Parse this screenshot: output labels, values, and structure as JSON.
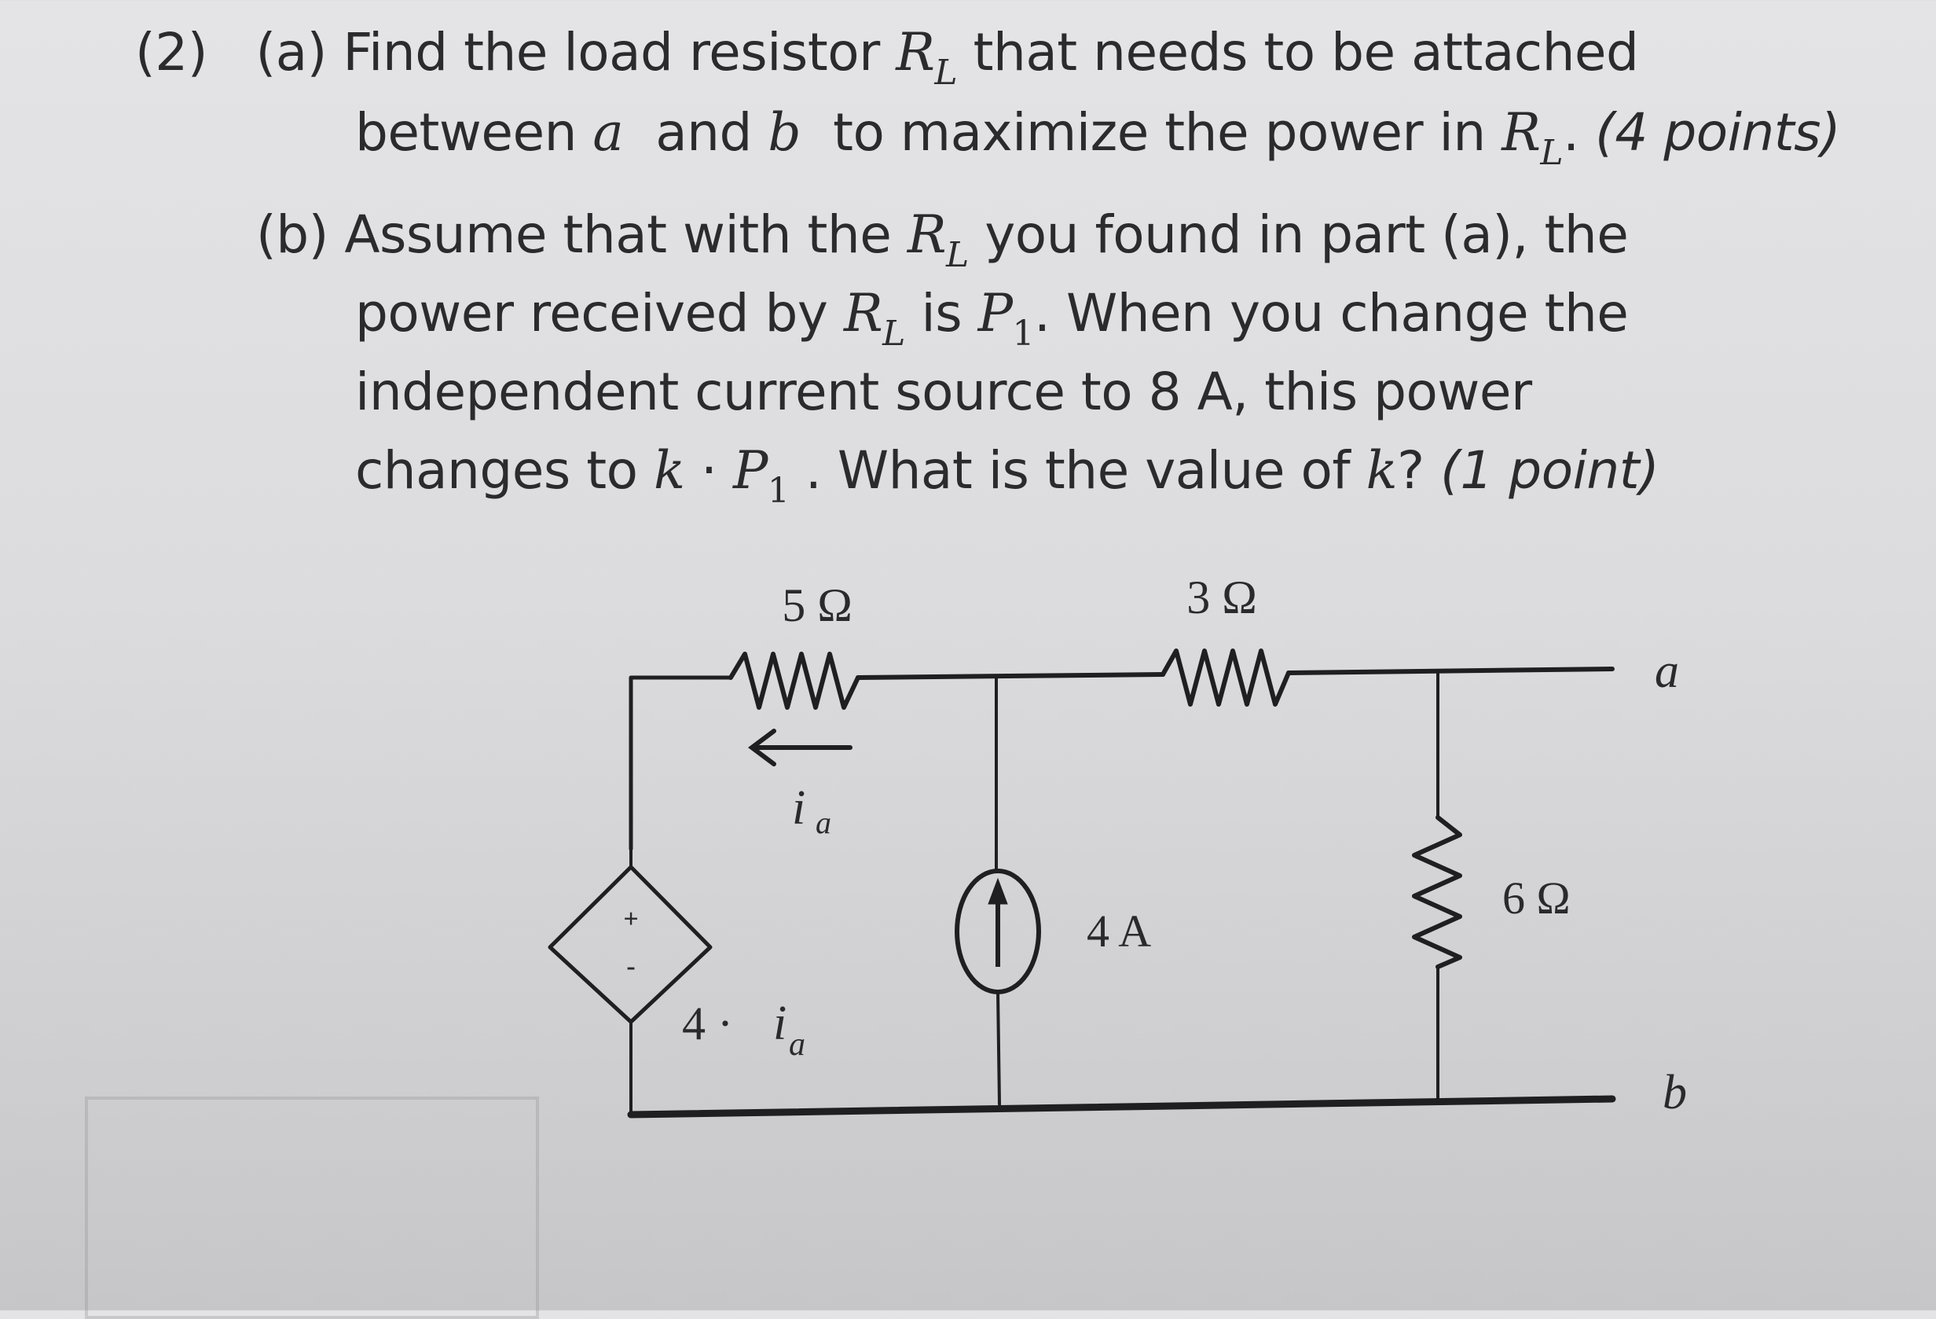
{
  "problem": {
    "number": "(2)",
    "part_a": {
      "label": "(a)",
      "line1_pre": "Find the load resistor ",
      "line1_var": "R",
      "line1_sub": "L",
      "line1_post": " that needs to be attached",
      "line2_pre": "between ",
      "line2_a": "a",
      "line2_mid": "  and ",
      "line2_b": "b",
      "line2_post": "  to maximize the power in ",
      "line2_var": "R",
      "line2_sub": "L",
      "line2_dot": ".",
      "points": " (4 points)"
    },
    "part_b": {
      "label": "(b)",
      "line1_pre": "Assume that with the ",
      "line1_var": "R",
      "line1_sub": "L",
      "line1_post": " you found in part (a), the",
      "line2_pre": "power received by ",
      "line2_var": "R",
      "line2_sub": "L",
      "line2_mid": " is ",
      "line2_p": "P",
      "line2_psub": "1",
      "line2_post": ". When you change the",
      "line3": "independent current source to 8 A, this power",
      "line4_pre": "changes to ",
      "line4_k": "k",
      "line4_dot": " · ",
      "line4_p": "P",
      "line4_psub": "1",
      "line4_post": " . What is the value of ",
      "line4_k2": "k",
      "line4_q": "?",
      "points": " (1 point)"
    }
  },
  "circuit": {
    "r1_label": "5 Ω",
    "r2_label": "3 Ω",
    "r3_label": "6 Ω",
    "current_source_label": "4 A",
    "dependent_source_label_coef": "4 · ",
    "dependent_source_label_var": "i",
    "dependent_source_label_sub": "a",
    "current_label_var": "i",
    "current_label_sub": "a",
    "plus_sign": "+",
    "minus_sign": "-",
    "terminal_a": "a",
    "terminal_b": "b"
  }
}
